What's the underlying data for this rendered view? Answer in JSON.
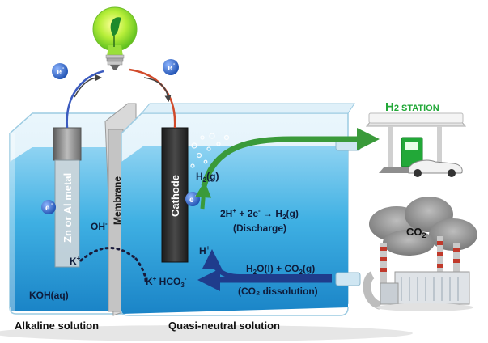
{
  "electron": {
    "symbol": "e",
    "charge": "-"
  },
  "anode": {
    "label": "Zn or Al metal"
  },
  "cathode": {
    "label": "Cathode"
  },
  "membrane": {
    "label": "Membrane"
  },
  "alkaline": {
    "hydroxide": "OH",
    "hydroxide_charge": "-",
    "potassium": "K",
    "potassium_charge": "+",
    "electrolyte": "KOH(aq)",
    "caption": "Alkaline solution"
  },
  "neutral": {
    "hydrogen_gas": {
      "prefix": "H",
      "sub": "2",
      "suffix": "(g)"
    },
    "reaction": {
      "part1": "2H",
      "sup1": "+",
      "part2": " + 2e",
      "sup2": "-",
      "part3": " → H",
      "sub3": "2",
      "part4": "(g)"
    },
    "reaction_note": "(Discharge)",
    "proton": {
      "base": "H",
      "charge": "+"
    },
    "bicarbonate": {
      "cation": "K",
      "cation_charge": "+",
      "anion": " HCO",
      "anion_sub": "3",
      "anion_charge": "-"
    },
    "dissolution": {
      "p1": "H",
      "s1": "2",
      "p2": "O(l) + CO",
      "s2": "2",
      "p3": "(g)"
    },
    "dissolution_note": "(CO₂ dissolution)",
    "caption": "Quasi-neutral solution"
  },
  "station": {
    "prefix": "H",
    "num": "2",
    "rest": " STATION"
  },
  "factory": {
    "gas": "CO",
    "gas_sub": "2"
  },
  "colors": {
    "water": "#35a7dd",
    "arrow_green": "#3a9a3a",
    "arrow_navy": "#1f3c8c",
    "station_green": "#22a838",
    "electron": "#2f67c6"
  }
}
